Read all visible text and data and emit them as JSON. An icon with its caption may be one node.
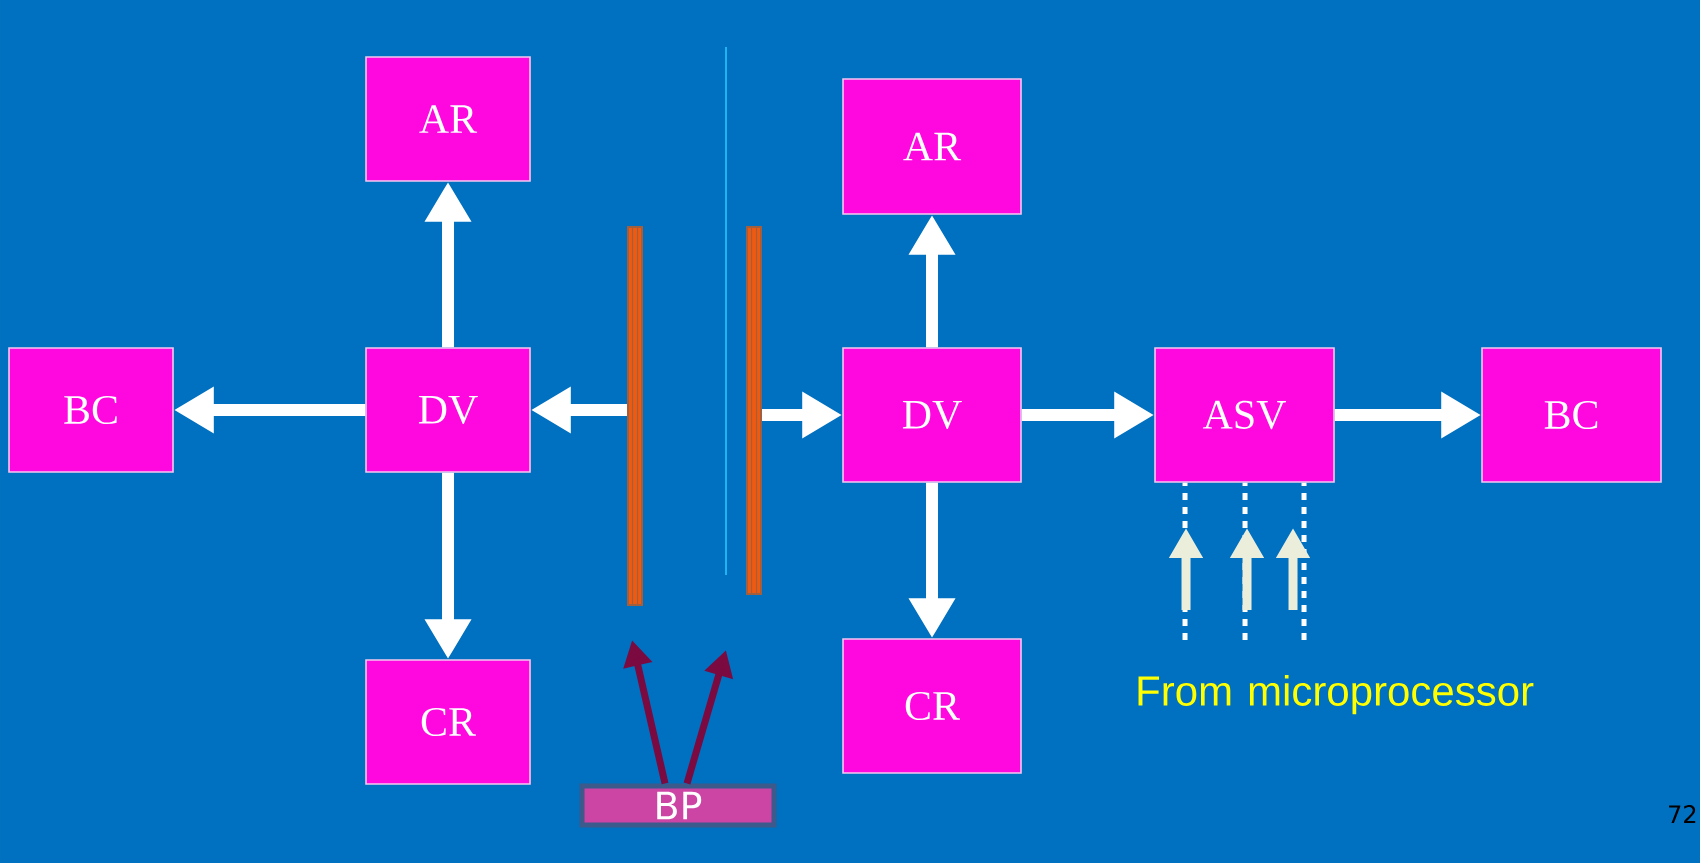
{
  "diagram": {
    "nodes": [
      {
        "text": [
          "AR"
        ]
      },
      {
        "text": [
          "BC"
        ]
      },
      {
        "text": [
          "DV"
        ]
      },
      {
        "text": [
          "CR"
        ]
      },
      {
        "text": [],
        "shape": "bar"
      },
      {
        "text": [],
        "shape": "bar"
      },
      {
        "text": [
          "AR"
        ]
      },
      {
        "text": [
          "DV"
        ]
      },
      {
        "text": [
          "CR"
        ]
      },
      {
        "text": [
          "ASV"
        ]
      },
      {
        "text": [
          "BC"
        ]
      },
      {
        "text": [
          "BP"
        ]
      }
    ],
    "edges": [
      {
        "from": 2,
        "to": 0,
        "arrow": "to"
      },
      {
        "from": 2,
        "to": 1,
        "arrow": "to"
      },
      {
        "from": 2,
        "to": 3,
        "arrow": "to"
      },
      {
        "from": 4,
        "to": 2,
        "arrow": "to"
      },
      {
        "from": 5,
        "to": 7,
        "arrow": "to"
      },
      {
        "from": 7,
        "to": 6,
        "arrow": "to"
      },
      {
        "from": 7,
        "to": 8,
        "arrow": "to"
      },
      {
        "from": 7,
        "to": 9,
        "arrow": "to"
      },
      {
        "from": 9,
        "to": 10,
        "arrow": "to"
      },
      {
        "from": 11,
        "to": null,
        "arrow": "to",
        "color": "#7a0a40"
      },
      {
        "from": 11,
        "to": null,
        "arrow": "to",
        "color": "#7a0a40"
      },
      {
        "from": null,
        "to": 9,
        "arrow": "none",
        "style": "dashed"
      },
      {
        "from": null,
        "to": 9,
        "arrow": "none",
        "style": "dashed"
      },
      {
        "from": null,
        "to": 9,
        "arrow": "none",
        "style": "dashed"
      }
    ],
    "labels": [
      "From microprocessor",
      "72"
    ]
  }
}
